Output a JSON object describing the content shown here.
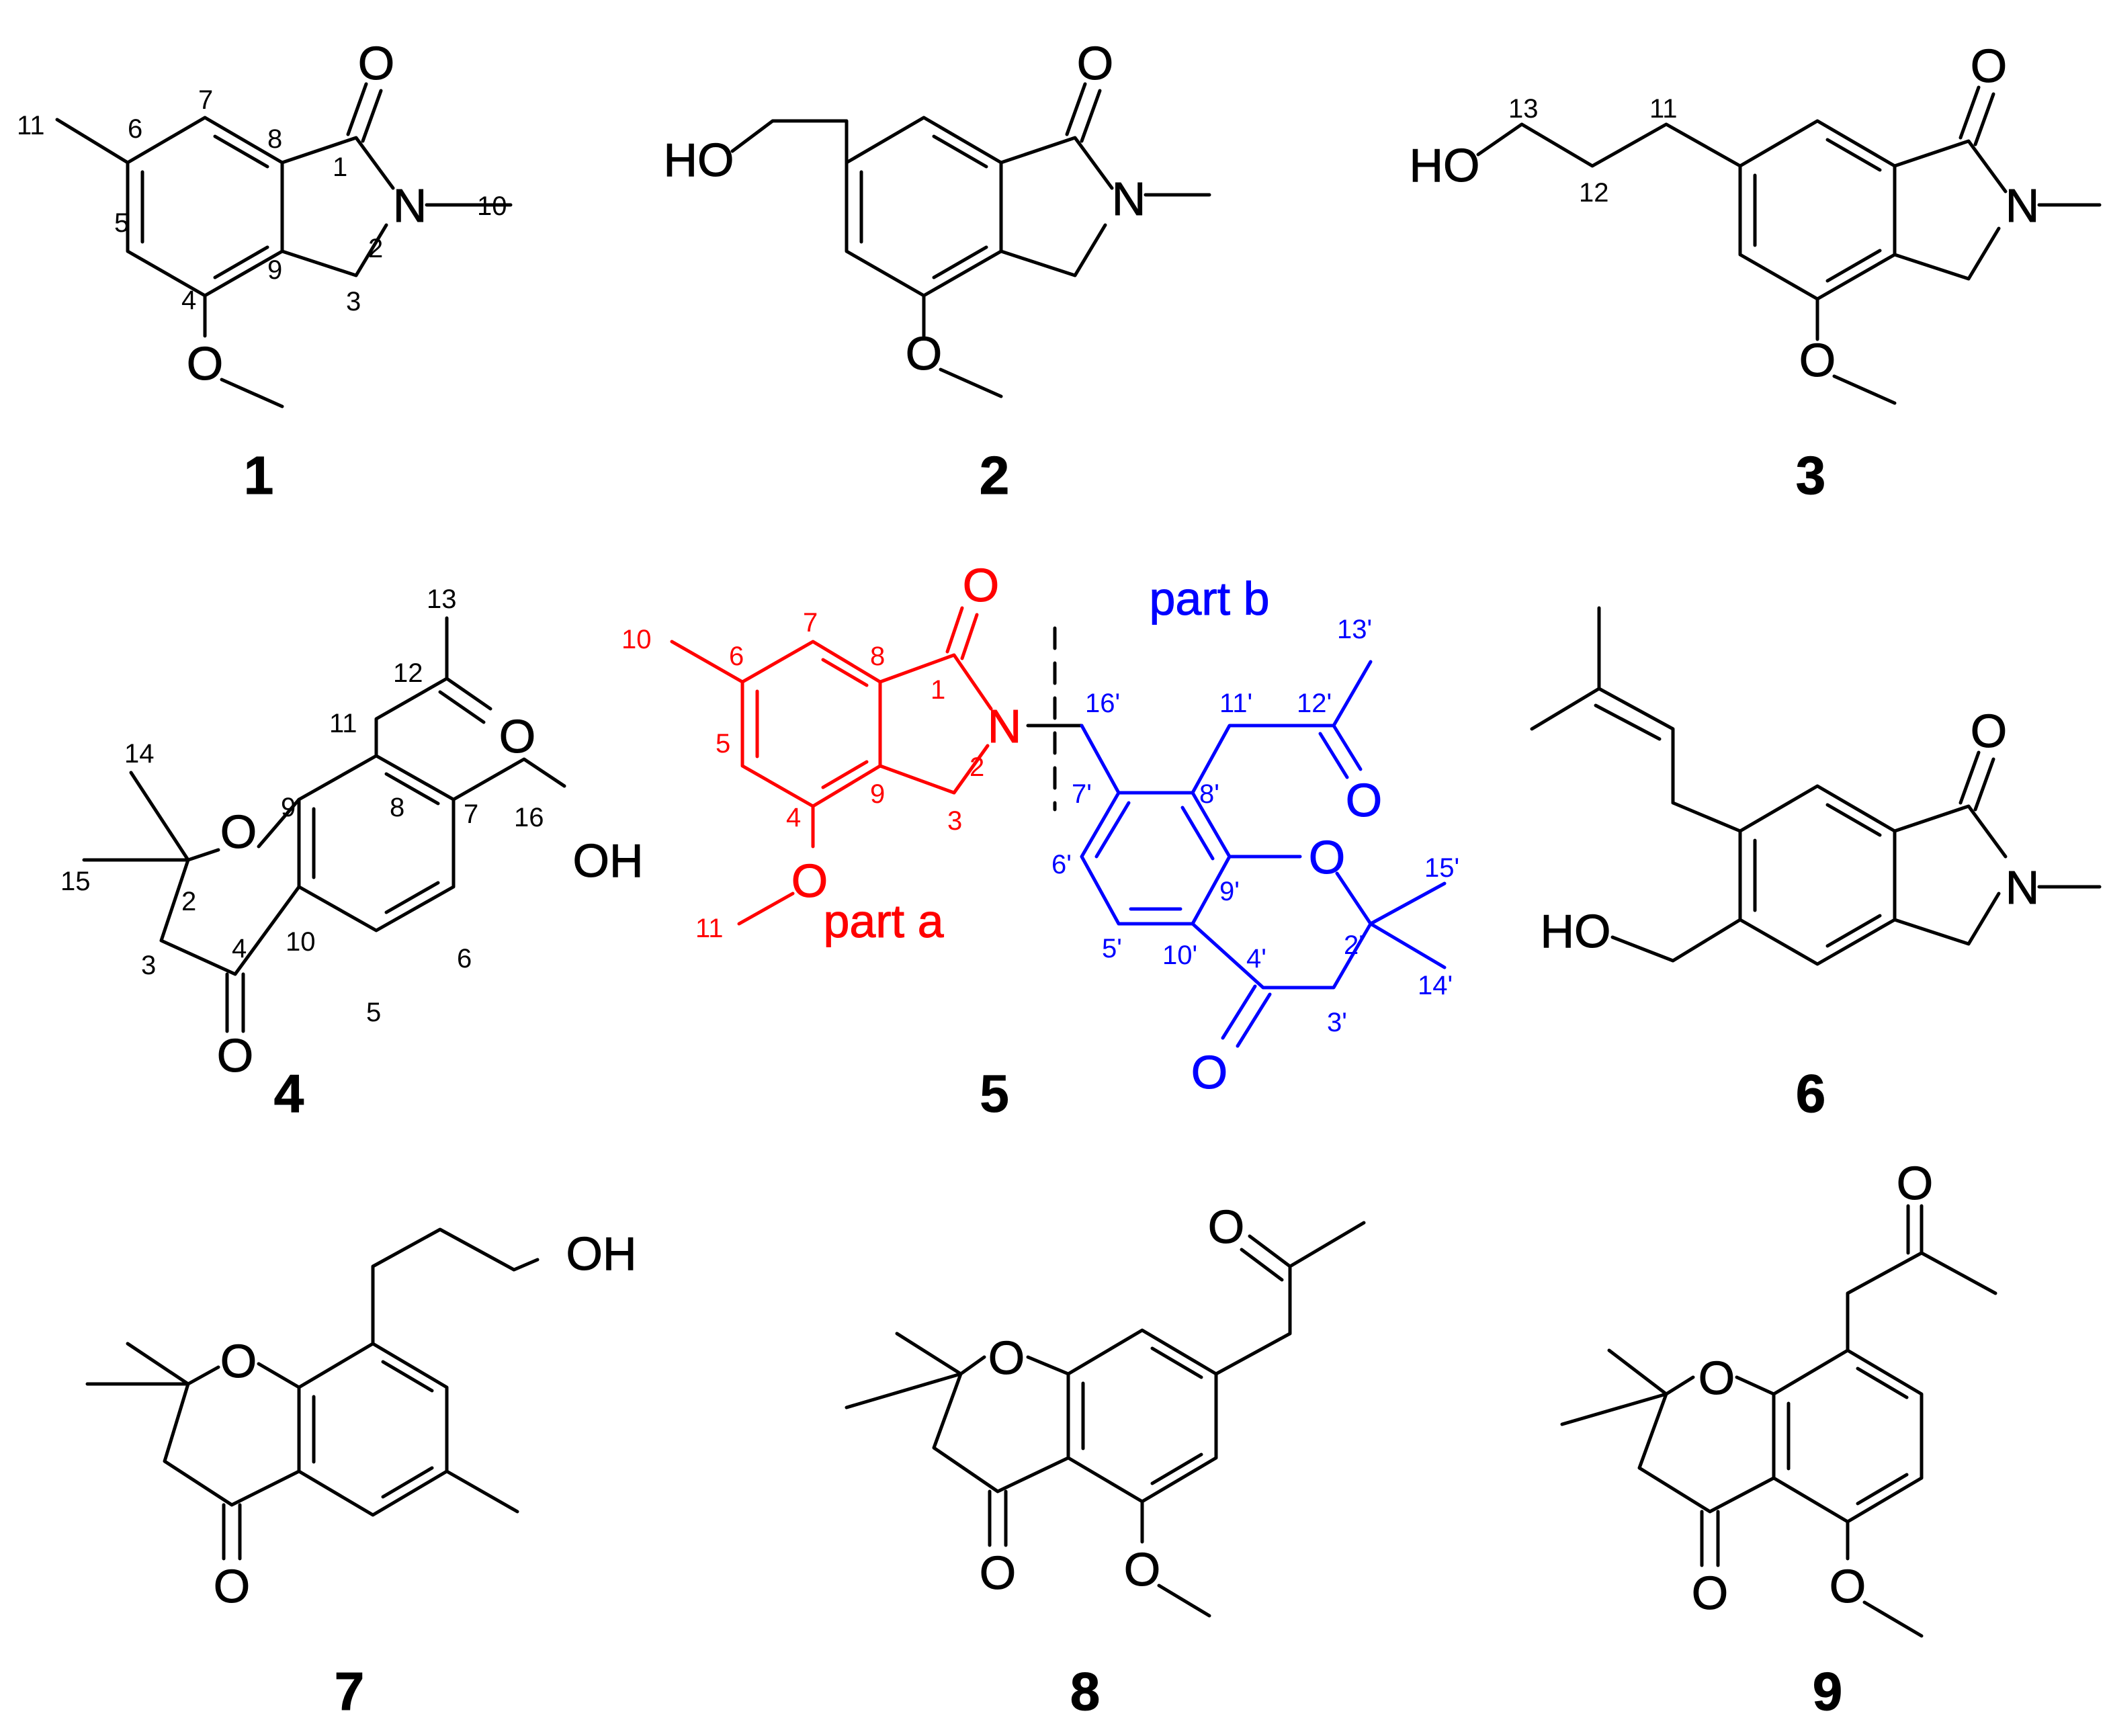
{
  "colors": {
    "default": "#000000",
    "part_a": "#ff0000",
    "part_b": "#0000ff"
  },
  "compounds": [
    {
      "id": "1",
      "label": "1",
      "atoms": {
        "O1": "O",
        "N2": "N",
        "OMe": "O"
      },
      "numbers": {
        "n1": "1",
        "n2": "2",
        "n3": "3",
        "n4": "4",
        "n5": "5",
        "n6": "6",
        "n7": "7",
        "n8": "8",
        "n9": "9",
        "n10": "10",
        "n11": "11"
      }
    },
    {
      "id": "2",
      "label": "2",
      "atoms": {
        "O1": "O",
        "N2": "N",
        "OMe": "O",
        "OH": "HO"
      }
    },
    {
      "id": "3",
      "label": "3",
      "atoms": {
        "O1": "O",
        "N2": "N",
        "OMe": "O",
        "OH": "HO"
      },
      "numbers": {
        "n11": "11",
        "n12": "12",
        "n13": "13"
      }
    },
    {
      "id": "4",
      "label": "4",
      "atoms": {
        "Oring": "O",
        "O4": "O",
        "O12": "O",
        "OH": "OH"
      },
      "numbers": {
        "n2": "2",
        "n3": "3",
        "n4": "4",
        "n5": "5",
        "n6": "6",
        "n7": "7",
        "n8": "8",
        "n9": "9",
        "n10": "10",
        "n11": "11",
        "n12": "12",
        "n13": "13",
        "n14": "14",
        "n15": "15",
        "n16": "16"
      }
    },
    {
      "id": "5",
      "label": "5",
      "part_a": {
        "label": "part a",
        "atoms": {
          "O1": "O",
          "N2": "N",
          "OMe": "O"
        },
        "numbers": {
          "n1": "1",
          "n2": "2",
          "n3": "3",
          "n4": "4",
          "n5": "5",
          "n6": "6",
          "n7": "7",
          "n8": "8",
          "n9": "9",
          "n10": "10",
          "n11": "11"
        }
      },
      "part_b": {
        "label": "part b",
        "atoms": {
          "Oring": "O",
          "O4": "O",
          "O12": "O"
        },
        "numbers": {
          "n2": "2'",
          "n3": "3'",
          "n4": "4'",
          "n5": "5'",
          "n6": "6'",
          "n7": "7'",
          "n8": "8'",
          "n9": "9'",
          "n10": "10'",
          "n11": "11'",
          "n12": "12'",
          "n13": "13'",
          "n14": "14'",
          "n15": "15'",
          "n16": "16'"
        }
      }
    },
    {
      "id": "6",
      "label": "6",
      "atoms": {
        "O1": "O",
        "N2": "N",
        "OH": "HO"
      }
    },
    {
      "id": "7",
      "label": "7",
      "atoms": {
        "Oring": "O",
        "O4": "O",
        "OH": "OH"
      }
    },
    {
      "id": "8",
      "label": "8",
      "atoms": {
        "Oring": "O",
        "O4": "O",
        "Oket": "O",
        "OMe": "O"
      }
    },
    {
      "id": "9",
      "label": "9",
      "atoms": {
        "Oring": "O",
        "O4": "O",
        "Oket": "O",
        "OMe": "O"
      }
    }
  ]
}
